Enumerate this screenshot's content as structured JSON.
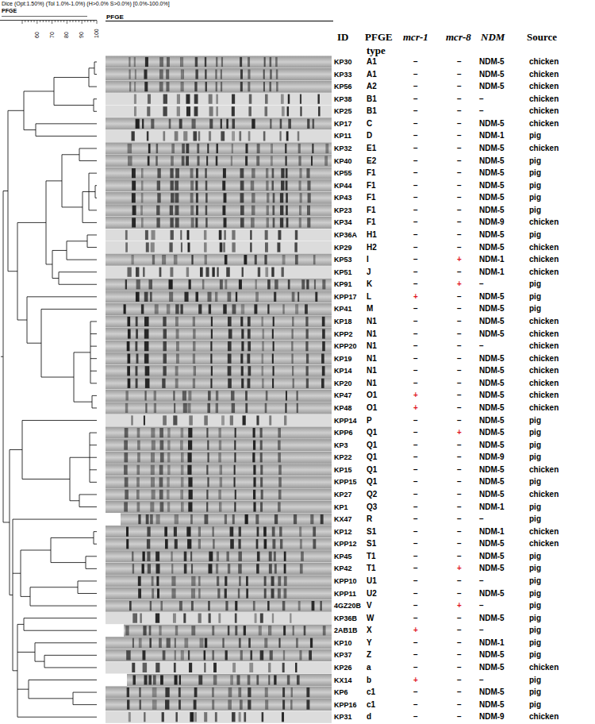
{
  "diagram": {
    "labels": [
      "Dice (Opt:1.50%) (Tol 1.0%-1.0%) (H>0.0% S>0.0%) [0.0%-100.0%]",
      "PFGE",
      "PFGE",
      "60",
      "70",
      "80",
      "90",
      "100",
      "ID",
      "PFGE",
      "type",
      "mcr-1",
      "mcr-8",
      "NDM",
      "Source",
      "KP30",
      "A1",
      "−",
      "−",
      "NDM-5",
      "chicken",
      "KP33",
      "A1",
      "−",
      "−",
      "NDM-5",
      "chicken",
      "KP56",
      "A2",
      "−",
      "−",
      "NDM-5",
      "chicken",
      "KP38",
      "B1",
      "−",
      "−",
      "−",
      "chicken",
      "KP25",
      "B1",
      "−",
      "−",
      "−",
      "chicken",
      "KP17",
      "C",
      "−",
      "−",
      "NDM-5",
      "chicken",
      "KP11",
      "D",
      "−",
      "−",
      "NDM-1",
      "pig",
      "KP32",
      "E1",
      "−",
      "−",
      "NDM-5",
      "chicken",
      "KP40",
      "E2",
      "−",
      "−",
      "NDM-5",
      "pig",
      "KP55",
      "F1",
      "−",
      "−",
      "NDM-5",
      "pig",
      "KP44",
      "F1",
      "−",
      "−",
      "NDM-5",
      "pig",
      "KP43",
      "F1",
      "−",
      "−",
      "NDM-5",
      "pig",
      "KP23",
      "F1",
      "−",
      "−",
      "NDM-5",
      "pig",
      "KP34",
      "F1",
      "−",
      "−",
      "NDM-9",
      "chicken",
      "KP36A",
      "H1",
      "−",
      "−",
      "NDM-5",
      "pig",
      "KP29",
      "H2",
      "−",
      "−",
      "NDM-5",
      "chicken",
      "KP53",
      "I",
      "−",
      "+",
      "NDM-1",
      "chicken",
      "KP51",
      "J",
      "−",
      "−",
      "NDM-1",
      "chicken",
      "KP91",
      "K",
      "−",
      "+",
      "−",
      "pig",
      "KPP17",
      "L",
      "+",
      "−",
      "NDM-5",
      "pig",
      "KP41",
      "M",
      "−",
      "−",
      "NDM-5",
      "pig",
      "KP18",
      "N1",
      "−",
      "−",
      "NDM-5",
      "chicken",
      "KPP2",
      "N1",
      "−",
      "−",
      "NDM-5",
      "chicken",
      "KPP20",
      "N1",
      "−",
      "−",
      "−",
      "chicken",
      "KP19",
      "N1",
      "−",
      "−",
      "NDM-5",
      "chicken",
      "KP14",
      "N1",
      "−",
      "−",
      "NDM-5",
      "chicken",
      "KP20",
      "N1",
      "−",
      "−",
      "NDM-5",
      "chicken",
      "KP47",
      "O1",
      "+",
      "−",
      "NDM-5",
      "chicken",
      "KP48",
      "O1",
      "+",
      "−",
      "NDM-5",
      "chicken",
      "KPP14",
      "P",
      "−",
      "−",
      "NDM-5",
      "pig",
      "KPP6",
      "Q1",
      "−",
      "+",
      "NDM-5",
      "pig",
      "KP3",
      "Q1",
      "−",
      "−",
      "NDM-5",
      "pig",
      "KP22",
      "Q1",
      "−",
      "−",
      "NDM-9",
      "pig",
      "KP15",
      "Q1",
      "−",
      "−",
      "NDM-5",
      "chicken",
      "KPP15",
      "Q1",
      "−",
      "−",
      "NDM-5",
      "pig",
      "KP27",
      "Q2",
      "−",
      "−",
      "NDM-5",
      "chicken",
      "KP1",
      "Q3",
      "−",
      "−",
      "NDM-1",
      "pig",
      "KX47",
      "R",
      "−",
      "−",
      "−",
      "pig",
      "KP12",
      "S1",
      "−",
      "−",
      "NDM-1",
      "chicken",
      "KPP12",
      "S1",
      "−",
      "−",
      "NDM-5",
      "chicken",
      "KP45",
      "T1",
      "−",
      "−",
      "NDM-5",
      "pig",
      "KP42",
      "T1",
      "−",
      "+",
      "NDM-5",
      "pig",
      "KPP10",
      "U1",
      "−",
      "−",
      "−",
      "pig",
      "KPP11",
      "U2",
      "−",
      "−",
      "NDM-5",
      "pig",
      "4GZ20B",
      "V",
      "−",
      "+",
      "−",
      "pig",
      "KP36B",
      "W",
      "−",
      "−",
      "NDM-5",
      "pig",
      "2AB1B",
      "X",
      "+",
      "−",
      "−",
      "pig",
      "KP10",
      "Y",
      "−",
      "−",
      "NDM-1",
      "pig",
      "KP37",
      "Z",
      "−",
      "−",
      "NDM-5",
      "pig",
      "KP26",
      "a",
      "−",
      "−",
      "NDM-5",
      "chicken",
      "KX14",
      "b",
      "+",
      "−",
      "−",
      "pig",
      "KP6",
      "c1",
      "−",
      "−",
      "NDM-5",
      "pig",
      "KPP16",
      "c1",
      "−",
      "−",
      "NDM-5",
      "pig",
      "KP31",
      "d",
      "−",
      "−",
      "NDM-9",
      "chicken"
    ]
  }
}
